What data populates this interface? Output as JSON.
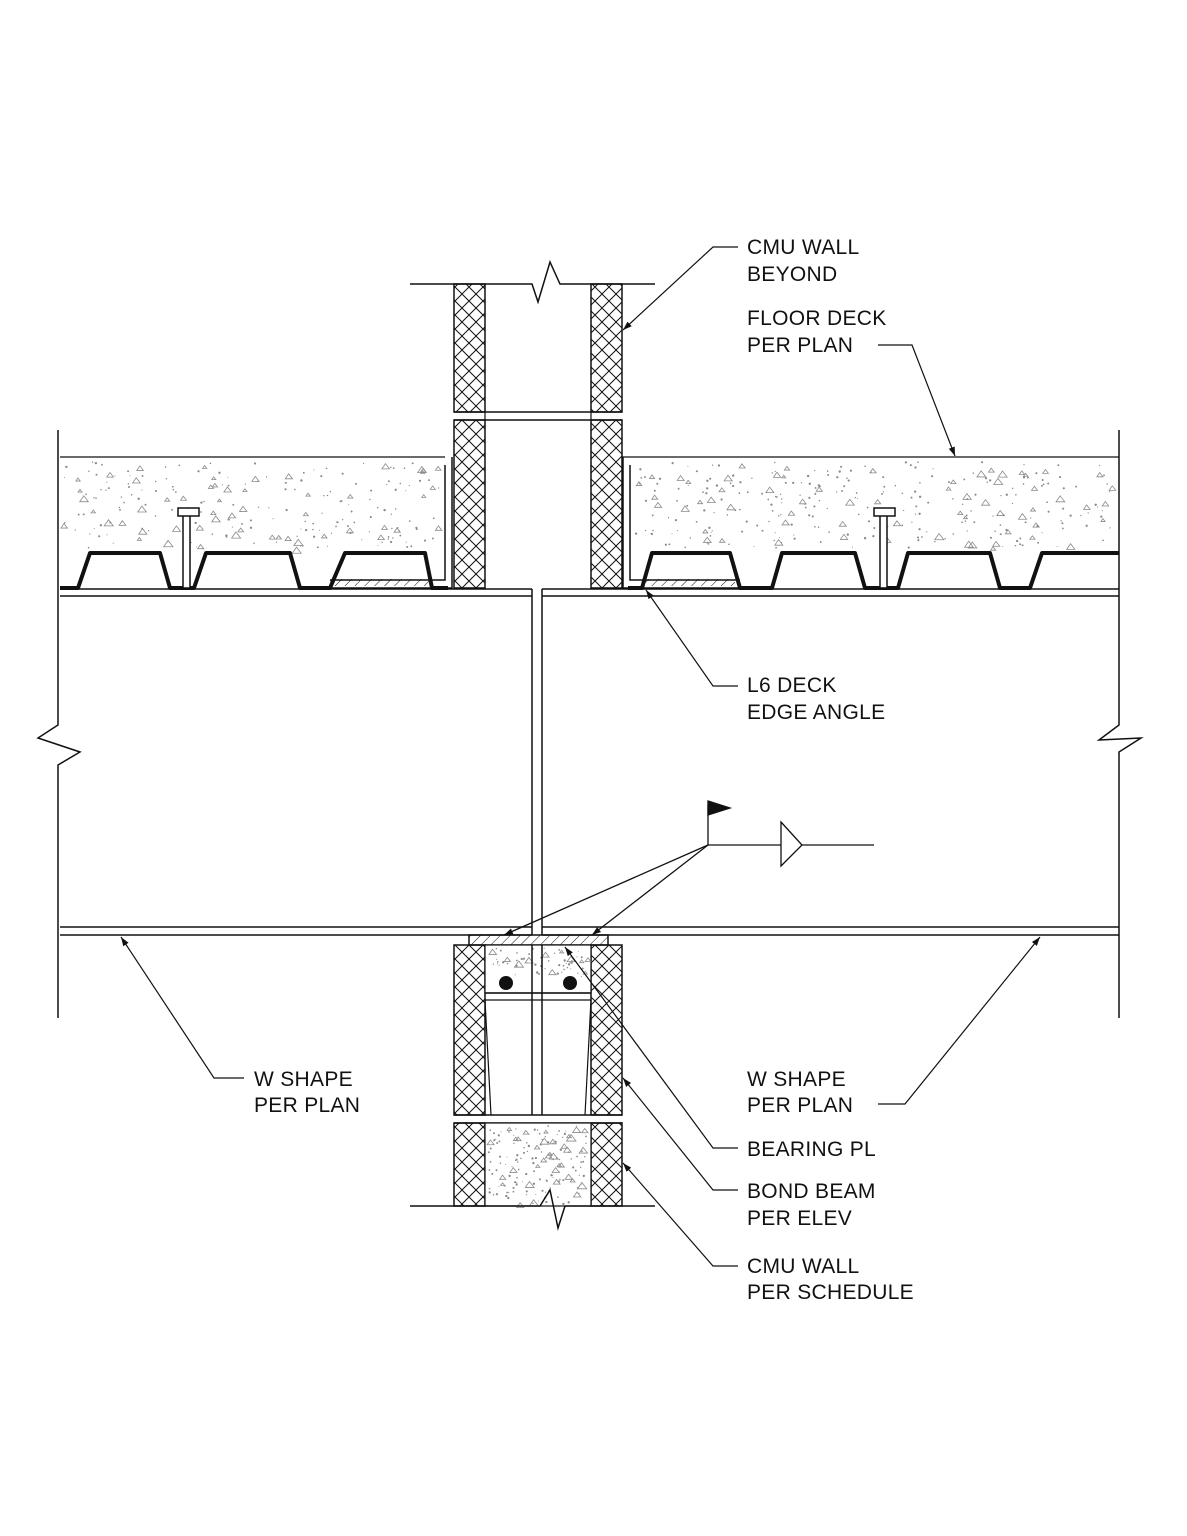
{
  "colors": {
    "ink": "#111111",
    "paper": "#ffffff",
    "speckle": "#8a8a8a"
  },
  "labels": {
    "cmu_wall_beyond": [
      "CMU WALL",
      "BEYOND"
    ],
    "floor_deck": [
      "FLOOR DECK",
      "PER PLAN"
    ],
    "deck_edge_angle": [
      "L6 DECK",
      "EDGE ANGLE"
    ],
    "w_shape_left": [
      "W SHAPE",
      "PER PLAN"
    ],
    "w_shape_right": [
      "W SHAPE",
      "PER PLAN"
    ],
    "bearing_pl": [
      "BEARING PL"
    ],
    "bond_beam": [
      "BOND BEAM",
      "PER ELEV"
    ],
    "cmu_wall_schedule": [
      "CMU WALL",
      "PER SCHEDULE"
    ]
  }
}
